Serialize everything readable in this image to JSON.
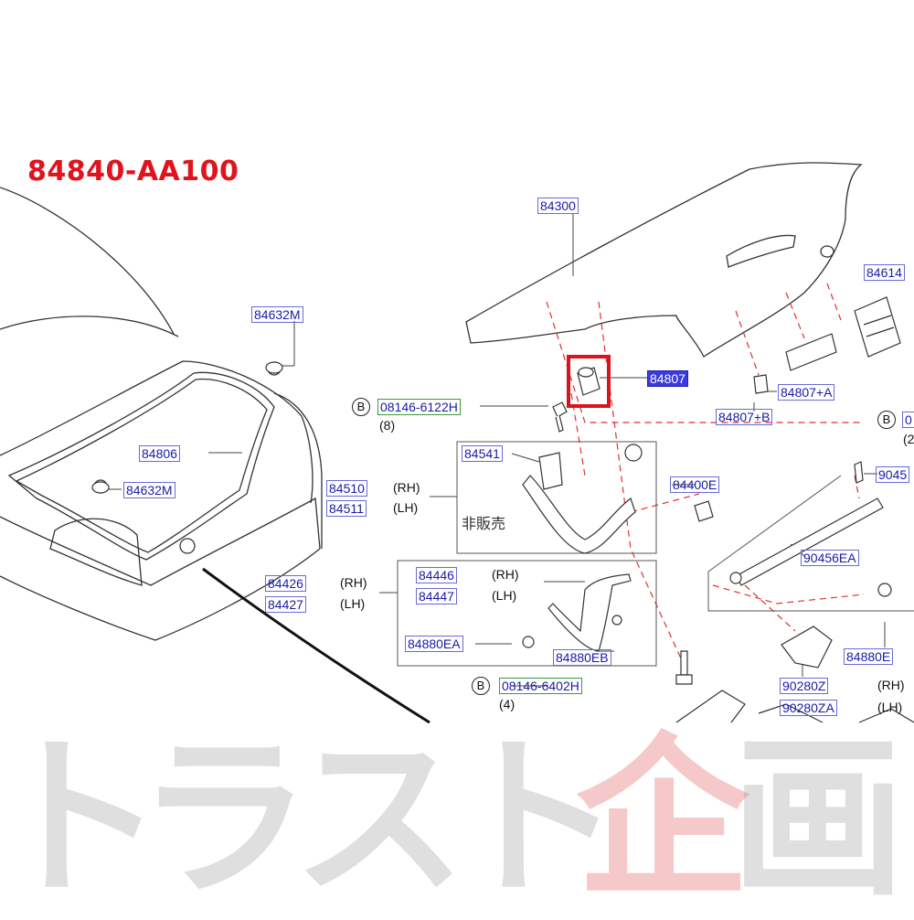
{
  "title": "84840-AA100",
  "parts": {
    "p84300": "84300",
    "p84614": "84614",
    "p84632M_top": "84632M",
    "p84632M_bottom": "84632M",
    "p84806": "84806",
    "p84807": "84807",
    "p84807A": "84807+A",
    "p84807B": "84807+B",
    "p08146_6122H": "08146-6122H",
    "p08146_6402H": "08146-6402H",
    "p0_right": "0",
    "p84541": "84541",
    "p84400E": "84400E",
    "p9045": "9045",
    "p84510": "84510",
    "p84511": "84511",
    "p90456EA": "90456EA",
    "p84426": "84426",
    "p84427": "84427",
    "p84446": "84446",
    "p84447": "84447",
    "p84880EA": "84880EA",
    "p84880EB": "84880EB",
    "p84880E": "84880E",
    "p90280Z": "90280Z",
    "p90280ZA": "90280ZA"
  },
  "notes": {
    "b1": "B",
    "b2": "B",
    "b3": "B",
    "qty8": "(8)",
    "qty4": "(4)",
    "qty2": "(2",
    "rh1": "(RH)",
    "lh1": "(LH)",
    "rh2": "(RH)",
    "lh2": "(LH)",
    "rh3": "(RH)",
    "lh3": "(LH)",
    "rh4": "(RH)",
    "lh4": "(LH)",
    "not_sold": "非販売"
  },
  "watermark": [
    "ト",
    "ラ",
    "ス",
    "ト",
    "企",
    "画"
  ],
  "colors": {
    "title": "#e0141e",
    "part_label": "#1a1aa8",
    "highlight_box": "#d8141e",
    "leader_dashed": "#e03030"
  }
}
